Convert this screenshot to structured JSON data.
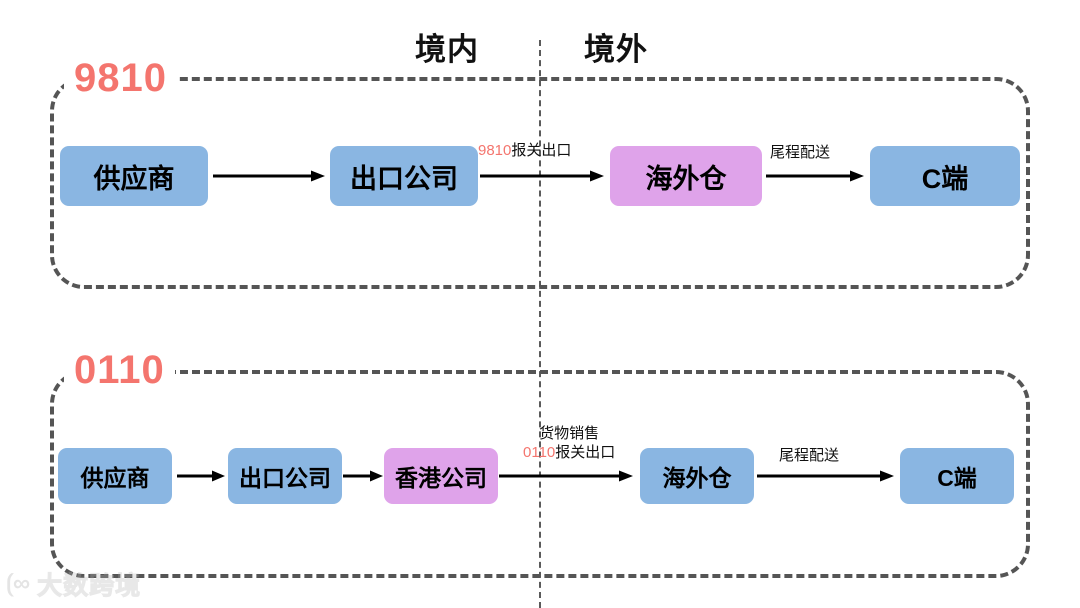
{
  "regions": {
    "domestic_label": "境内",
    "overseas_label": "境外"
  },
  "colors": {
    "node_blue": "#8AB6E2",
    "node_pink": "#DFA3EA",
    "code_red": "#F4756E",
    "dashed_gray": "#555555",
    "text_black": "#000000"
  },
  "groups": [
    {
      "code": "9810",
      "nodes": [
        {
          "label": "供应商",
          "color": "blue"
        },
        {
          "label": "出口公司",
          "color": "blue"
        },
        {
          "label": "海外仓",
          "color": "pink"
        },
        {
          "label": "C端",
          "color": "blue"
        }
      ],
      "edges": [
        {
          "label": "",
          "code": ""
        },
        {
          "label": "报关出口",
          "code": "9810"
        },
        {
          "label": "尾程配送",
          "code": ""
        }
      ]
    },
    {
      "code": "0110",
      "nodes": [
        {
          "label": "供应商",
          "color": "blue"
        },
        {
          "label": "出口公司",
          "color": "blue"
        },
        {
          "label": "香港公司",
          "color": "pink"
        },
        {
          "label": "海外仓",
          "color": "blue"
        },
        {
          "label": "C端",
          "color": "blue"
        }
      ],
      "edges": [
        {
          "label": "",
          "code": ""
        },
        {
          "label": "",
          "code": ""
        },
        {
          "label_top": "货物销售",
          "label": "报关出口",
          "code": "0110"
        },
        {
          "label": "尾程配送",
          "code": ""
        }
      ]
    }
  ],
  "top_row": {
    "supplier": "供应商",
    "exporter": "出口公司",
    "warehouse": "海外仓",
    "consumer": "C端",
    "edge_customs_code": "9810",
    "edge_customs_text": "报关出口",
    "edge_lastmile": "尾程配送"
  },
  "bottom_row": {
    "supplier": "供应商",
    "exporter": "出口公司",
    "hk_company": "香港公司",
    "warehouse": "海外仓",
    "consumer": "C端",
    "edge_sale_text": "货物销售",
    "edge_customs_code": "0110",
    "edge_customs_text": "报关出口",
    "edge_lastmile": "尾程配送"
  },
  "watermark": {
    "mark": "⟮∞",
    "text": "大数跨境"
  }
}
